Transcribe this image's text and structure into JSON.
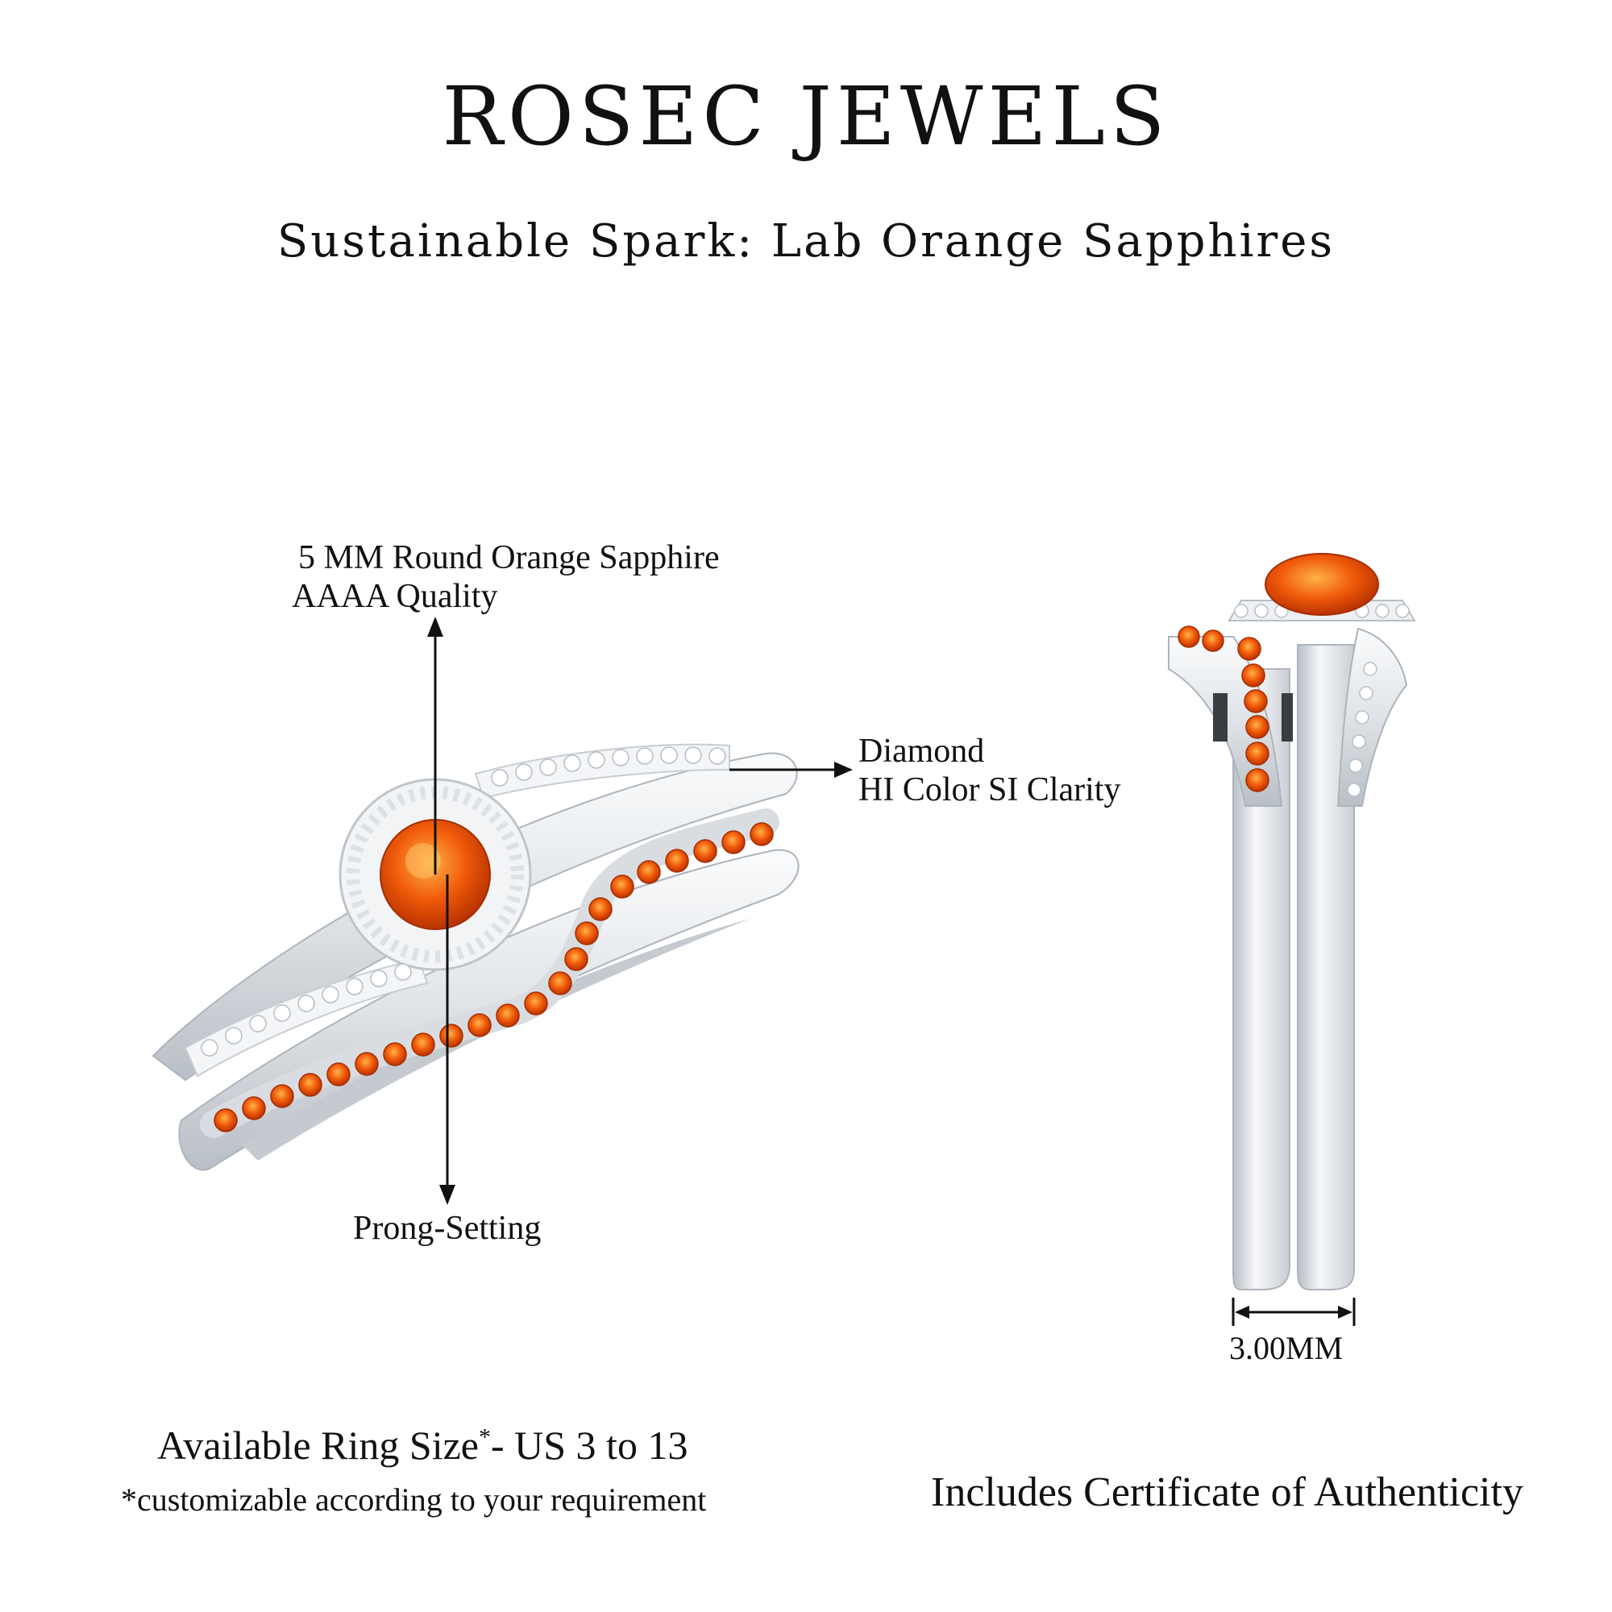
{
  "header": {
    "brand": "ROSEC JEWELS",
    "subtitle": "Sustainable Spark: Lab Orange Sapphires"
  },
  "callouts": {
    "center_stone_line1": "5 MM Round Orange Sapphire",
    "center_stone_line2": "AAAA Quality",
    "diamond_line1": "Diamond",
    "diamond_line2": "HI Color SI Clarity",
    "setting": "Prong-Setting",
    "band_width": "3.00MM"
  },
  "footer": {
    "ring_size_label": "Available Ring Size",
    "ring_size_mark": "*",
    "ring_size_range": "- US 3 to 13",
    "customizable_note": "*customizable according to your requirement",
    "certificate": "Includes Certificate of Authenticity"
  },
  "colors": {
    "metal": "#e9ecef",
    "metal_shade": "#c7ccd2",
    "sapphire": "#f05a0a",
    "diamond": "#f7f8fa"
  }
}
